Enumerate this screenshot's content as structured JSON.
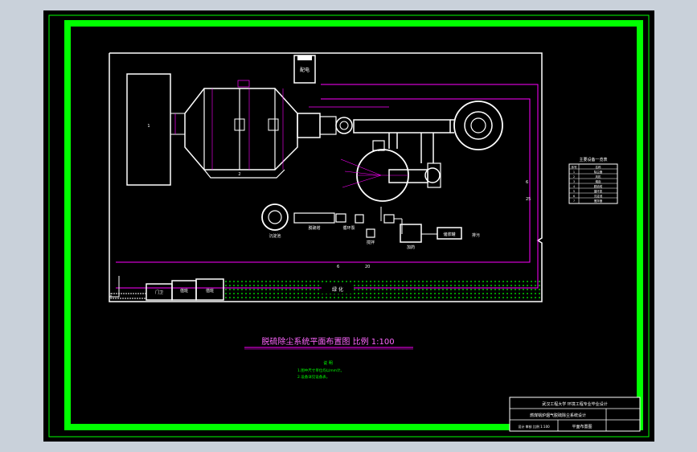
{
  "drawing": {
    "title": "脱硫除尘系统平面布置图  比例  1:100",
    "notes_heading": "说  明",
    "notes": [
      "1.图中尺寸单位均以mm计。",
      "2.设备详见设备表。"
    ]
  },
  "labels": {
    "top_room": "配电",
    "unit_1": "1",
    "unit_2": "2",
    "pump_room": "门卫",
    "room_a": "值班",
    "room_b": "值班",
    "greenbelt": "绿  化",
    "pool": "沉淀池",
    "equip_a": "脱硫塔",
    "equip_b": "循环泵",
    "equip_c": "搅拌",
    "equip_d": "加药",
    "equip_e": "储浆罐",
    "equip_f": "排污",
    "dim_a": "6",
    "dim_b": "20",
    "dim_c": "6",
    "dim_d": "25"
  },
  "equipment_table": {
    "title": "主要设备一览表",
    "rows": [
      [
        "序号",
        "名称"
      ],
      [
        "1",
        "除尘器"
      ],
      [
        "2",
        "风机"
      ],
      [
        "3",
        "烟囱"
      ],
      [
        "4",
        "脱硫塔"
      ],
      [
        "5",
        "循环泵"
      ],
      [
        "6",
        "沉淀池"
      ],
      [
        "7",
        "搅拌器"
      ]
    ]
  },
  "title_block": {
    "rows": [
      "武汉工程大学  环境工程专业毕业设计",
      "燃煤锅炉烟气脱硫除尘系统设计",
      "设计     审核     比例 1:100"
    ],
    "sheet": "平面布置图"
  },
  "colors": {
    "border": "#00ff00",
    "lines": "#ffffff",
    "magenta": "#ff00ff",
    "cyan": "#00ffff",
    "background": "#000000"
  }
}
